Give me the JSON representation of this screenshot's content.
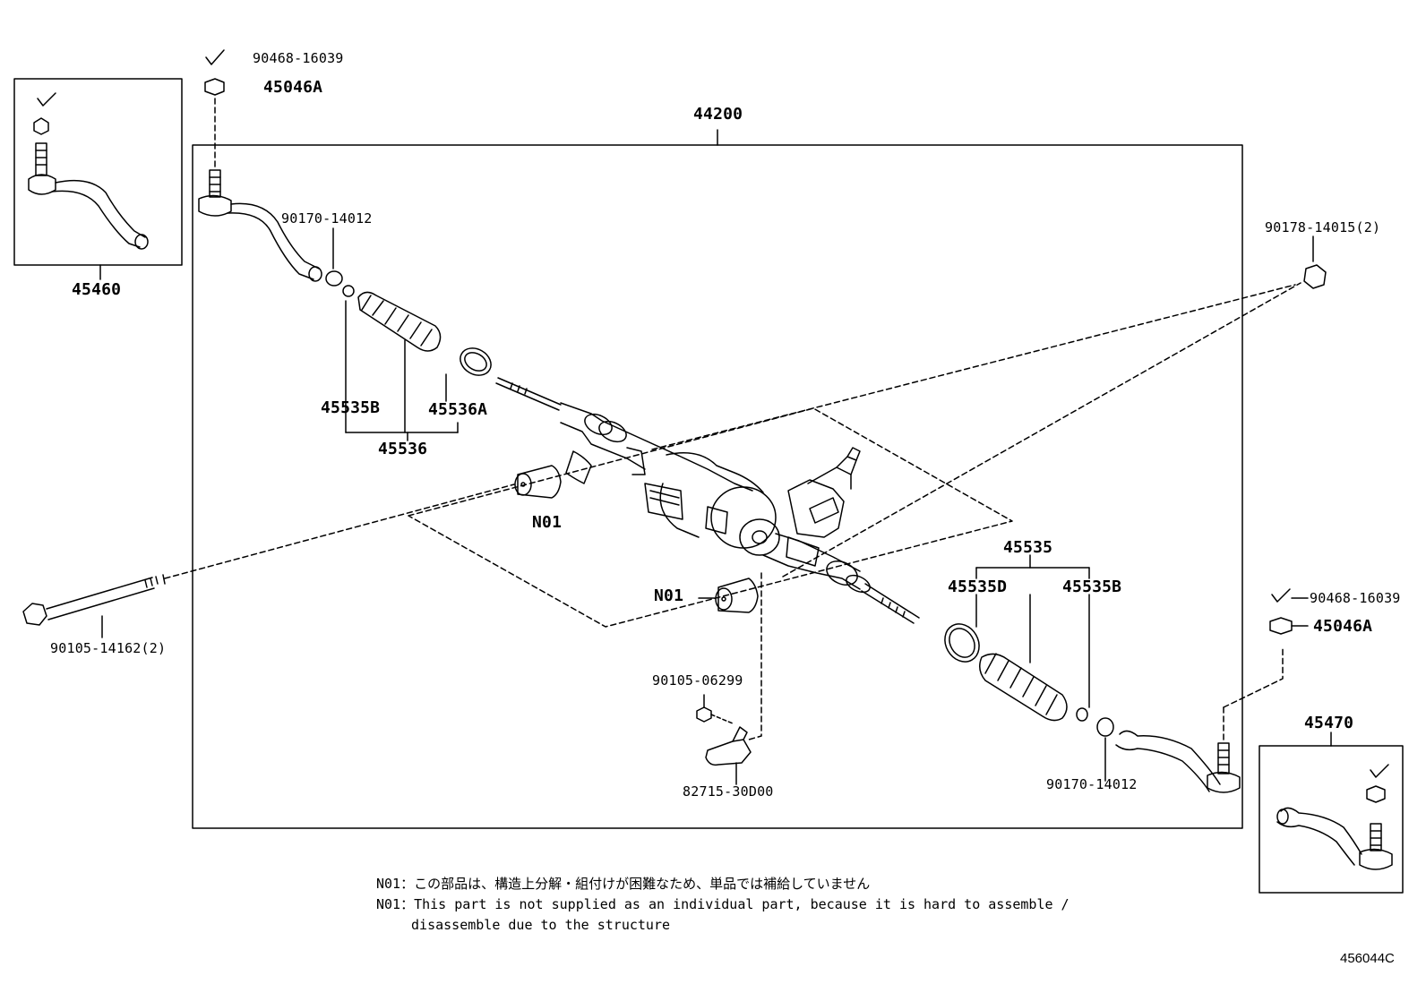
{
  "labels": {
    "assembly": "44200",
    "tie_rod_end_left": "45460",
    "tie_rod_end_right": "45470",
    "castle_nut_left": "45046A",
    "castle_nut_right": "45046A",
    "cotter_pin_left": "90468-16039",
    "cotter_pin_right": "90468-16039",
    "clip_left": "90170-14012",
    "clip_right": "90170-14012",
    "mount_nut": "90178-14015(2)",
    "mount_bolt": "90105-14162(2)",
    "boot_left": "45535B",
    "boot_clamp_left": "45536A",
    "boot_assembly_left": "45536",
    "boot_assembly_right": "45535",
    "boot_right_d": "45535D",
    "boot_right_b": "45535B",
    "bushing_upper": "N01",
    "bushing_lower": "N01",
    "bracket_bolt": "90105-06299",
    "bracket": "82715-30D00"
  },
  "notes": [
    "N01：この部品は、構造上分解・組付けが困難なため、単品では補給していません",
    "N01：This part is not supplied as an individual part, because it is hard to assemble /",
    "　　 disassemble due to the structure"
  ],
  "diagram_code": "456044C"
}
